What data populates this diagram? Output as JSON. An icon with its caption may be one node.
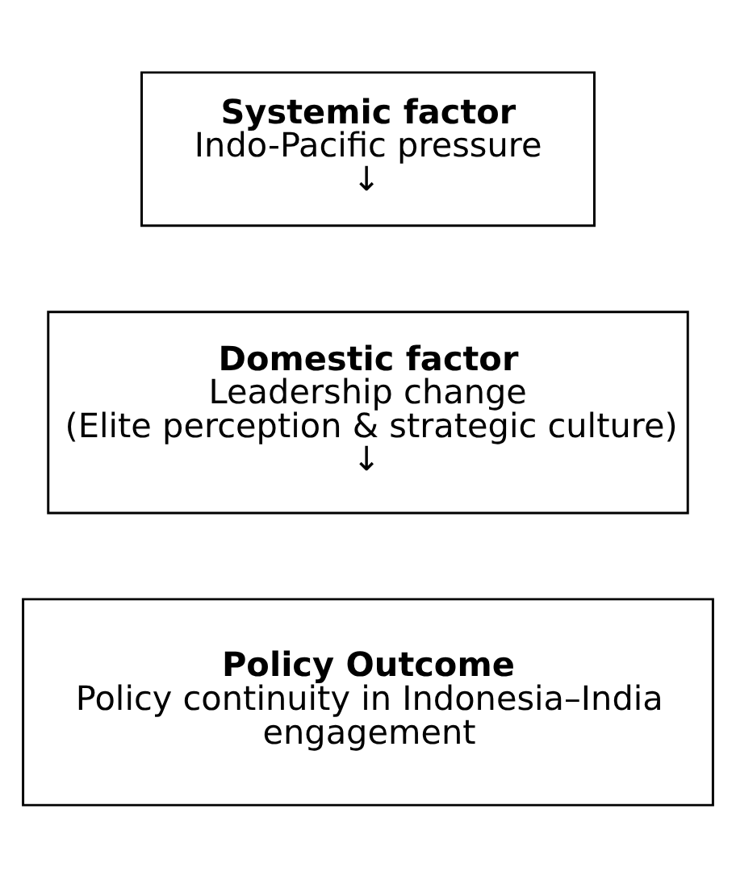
{
  "diagram": {
    "nodes": [
      {
        "text": [
          "Systemic factor",
          "Indo-Pacific pressure",
          "↓"
        ]
      },
      {
        "text": [
          "Domestic factor",
          "Leadership change",
          "(Elite perception & strategic culture)",
          "↓"
        ]
      },
      {
        "text": [
          "Policy Outcome",
          "Policy continuity in Indonesia–India engagement"
        ]
      }
    ]
  }
}
